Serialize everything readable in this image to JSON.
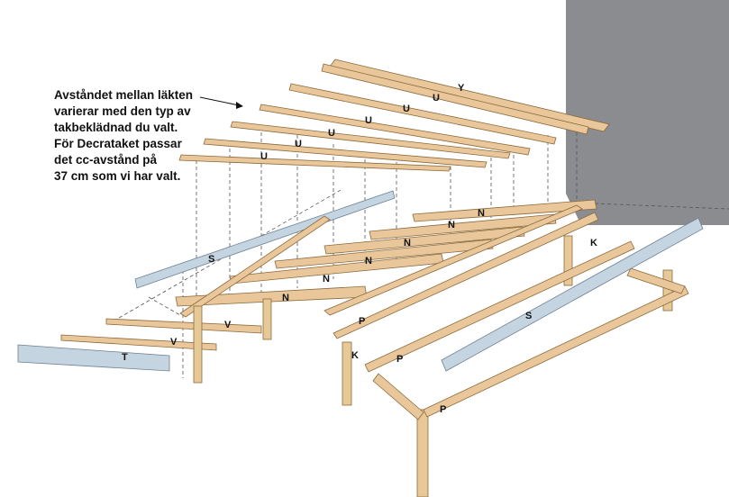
{
  "note": {
    "lines": [
      "Avståndet mellan läkten",
      "varierar med den typ av",
      "takbeklädnad du valt.",
      "För Decrataket passar",
      "det cc-avstånd på",
      "37 cm som vi har valt."
    ]
  },
  "labels": {
    "y": "Y",
    "u": "U",
    "n": "N",
    "s": "S",
    "v": "V",
    "t": "T",
    "k": "K",
    "p": "P"
  },
  "colors": {
    "wood": "#e9c79a",
    "wood_edge": "#8a6a3c",
    "board": "#c5d4e1",
    "board_edge": "#6d8193",
    "gray_panel": "#8a8c8f",
    "post": "#e7c997"
  }
}
